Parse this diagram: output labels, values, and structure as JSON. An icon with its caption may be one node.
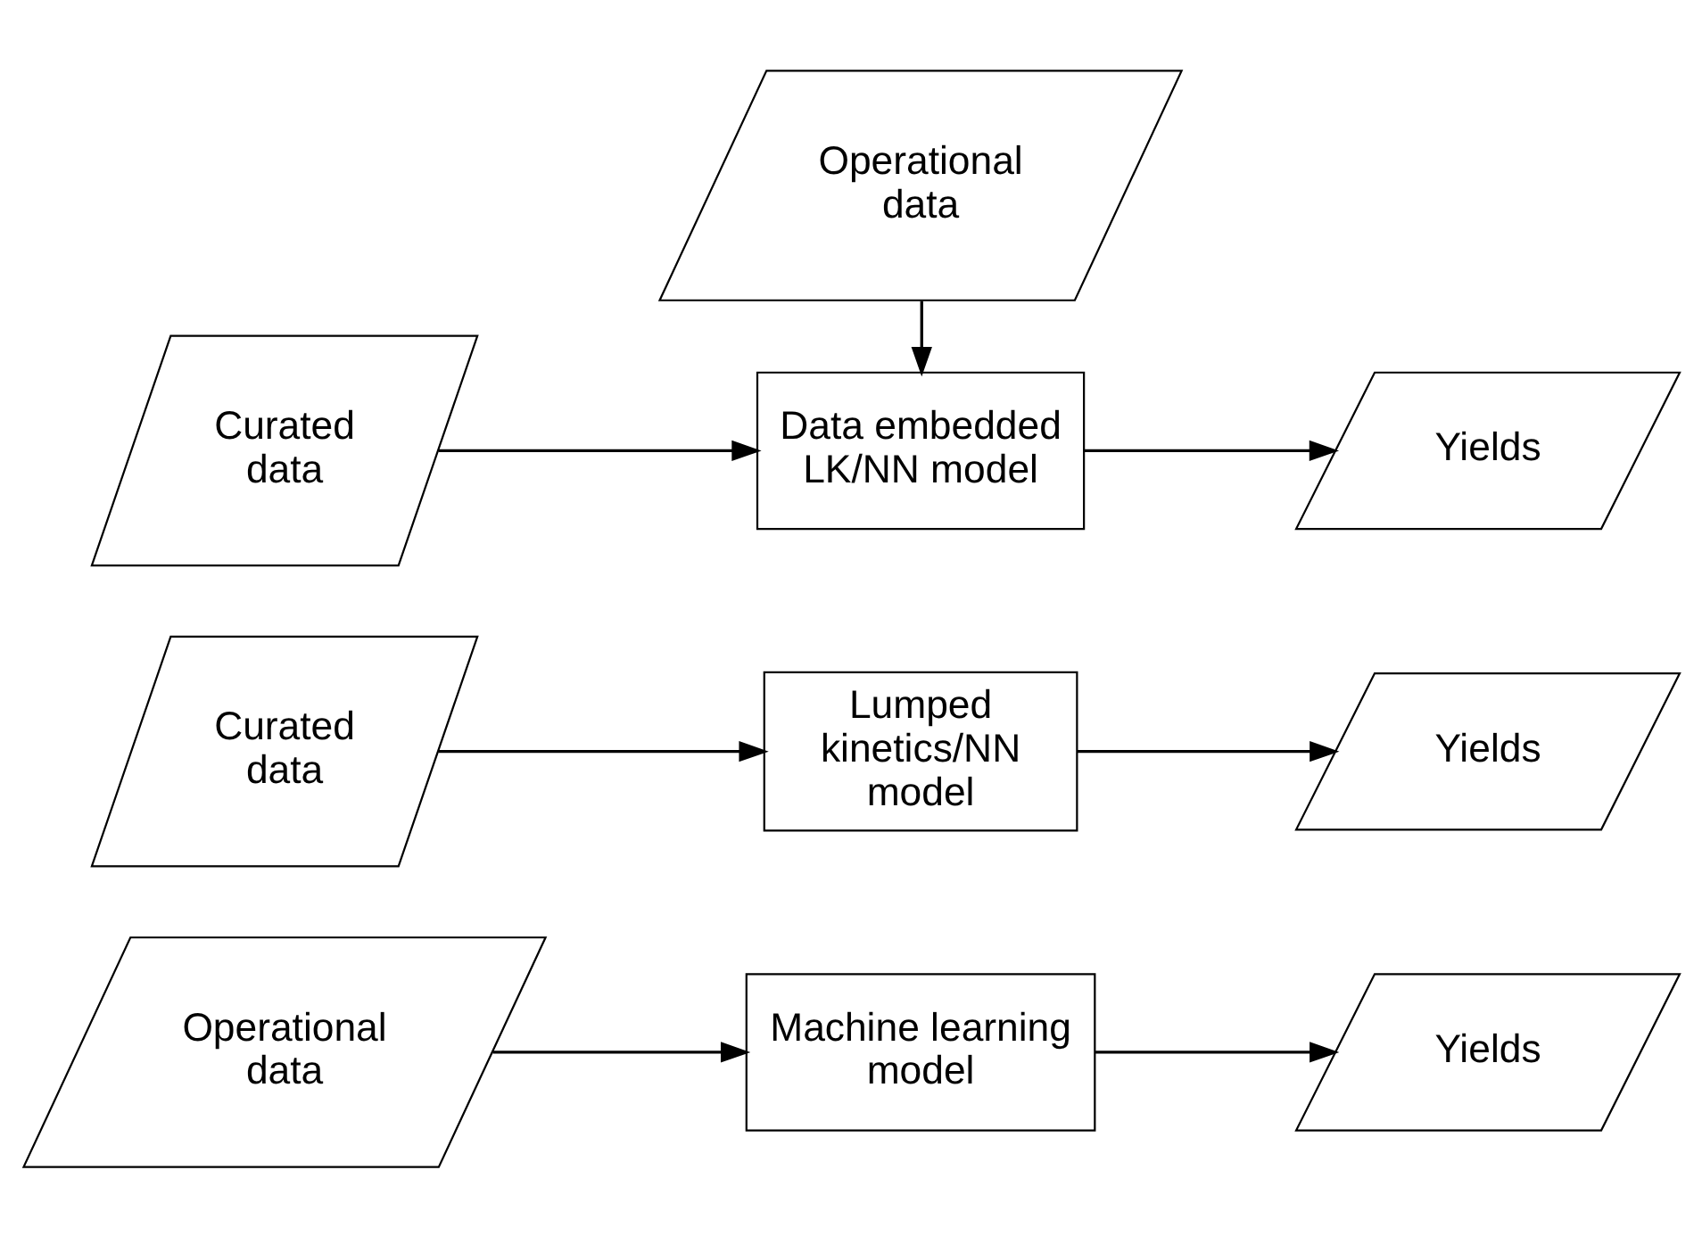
{
  "diagram": {
    "nodes": [
      {
        "text": [
          "Operational data"
        ]
      },
      {
        "text": [
          "Machine learning model"
        ]
      },
      {
        "text": [
          "Yields"
        ]
      },
      {
        "text": [
          "Curated data"
        ]
      },
      {
        "text": [
          "Lumped kinetics/NN model"
        ]
      },
      {
        "text": [
          "Yields"
        ]
      },
      {
        "text": [
          "Curated data"
        ]
      },
      {
        "text": [
          "Data embedded LK/NN model"
        ]
      },
      {
        "text": [
          "Yields"
        ]
      },
      {
        "text": [
          "Operational data"
        ]
      }
    ],
    "edges": [
      {
        "from": 0,
        "to": 1,
        "arrow": "to"
      },
      {
        "from": 1,
        "to": 2,
        "arrow": "to"
      },
      {
        "from": 3,
        "to": 4,
        "arrow": "to"
      },
      {
        "from": 4,
        "to": 5,
        "arrow": "to"
      },
      {
        "from": 6,
        "to": 7,
        "arrow": "to"
      },
      {
        "from": 7,
        "to": 8,
        "arrow": "to"
      },
      {
        "from": 9,
        "to": 7,
        "arrow": "to"
      }
    ]
  }
}
